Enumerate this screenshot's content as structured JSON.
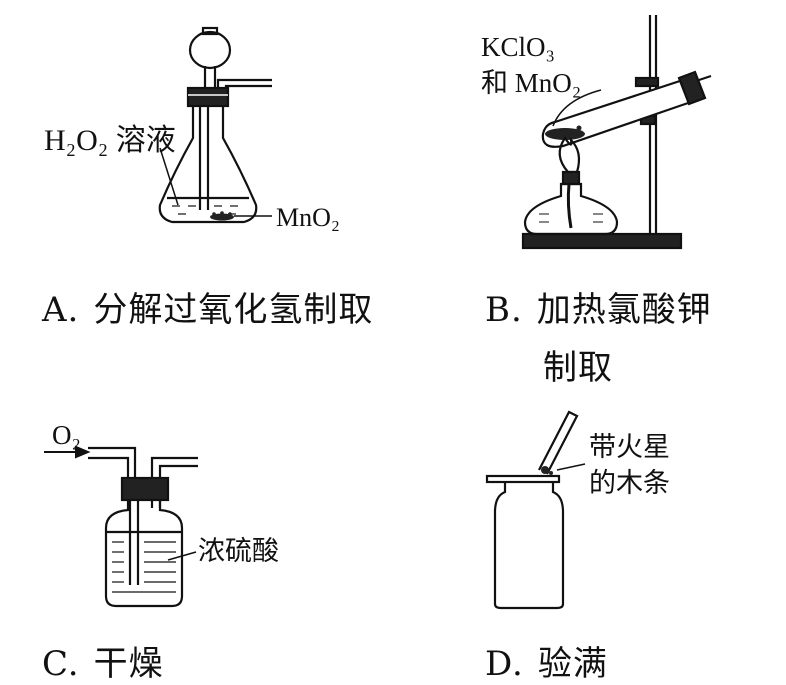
{
  "options": {
    "a": {
      "letter": "A.",
      "caption": "分解过氧化氢制取",
      "label_solution": "H₂O₂ 溶液",
      "label_catalyst": "MnO₂"
    },
    "b": {
      "letter": "B.",
      "caption_line1": "加热氯酸钾",
      "caption_line2": "制取",
      "label_line1": "KClO₃",
      "label_line2": "和 MnO₂"
    },
    "c": {
      "letter": "C.",
      "caption": "干燥",
      "label_gas": "O₂",
      "label_acid": "浓硫酸"
    },
    "d": {
      "letter": "D.",
      "caption": "验满",
      "label_line1": "带火星",
      "label_line2": "的木条"
    }
  }
}
